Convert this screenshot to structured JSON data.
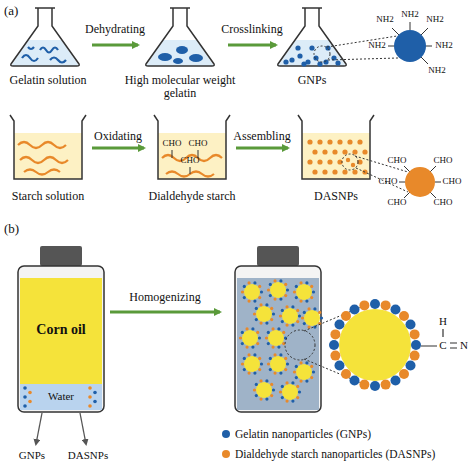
{
  "diagram": {
    "labels": [
      "(a)",
      "Dehydrating",
      "Crosslinking",
      "Gelatin solution",
      "High molecular weight gelatin",
      "GNPs",
      "NH2",
      "NH2",
      "NH2",
      "NH2",
      "NH2",
      "NH2",
      "Starch solution",
      "Oxidating",
      "Assembling",
      "Dialdehyde starch",
      "DASNPs",
      "CHO",
      "CHO",
      "CHO",
      "CHO",
      "CHO",
      "CHO",
      "CHO",
      "CHO",
      "CHO",
      "(b)",
      "Corn oil",
      "Water",
      "Homogenizing",
      "H",
      "C",
      "N",
      "GNPs",
      "DASNPs"
    ],
    "legend": [
      {
        "text": "Gelatin nanoparticles (GNPs)",
        "color": "#1f5fa8"
      },
      {
        "text": "Dialdehyde starch nanoparticles (DASNPs)",
        "color": "#e8892a"
      }
    ]
  }
}
